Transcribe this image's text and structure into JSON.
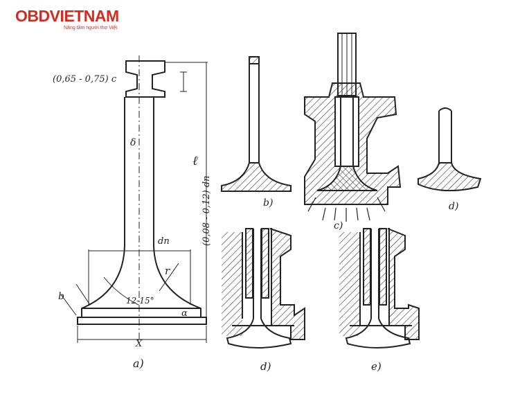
{
  "logo": {
    "name": "OBDVIETNAM",
    "tagline": "Nâng tầm người thợ Việt",
    "brand_color": "#d62a1e"
  },
  "figure": {
    "labels": {
      "a": "a)",
      "b": "b)",
      "c": "c)",
      "d_top": "d)",
      "d_bottom": "d)",
      "e": "e)"
    },
    "dimensions": {
      "collar": "(0,65 - 0,75) c",
      "stem_length": "ℓ",
      "head_ratio": "(0,08 - 0,12) dn",
      "head_diameter": "dn",
      "stem_diameter": "δ",
      "radius": "r",
      "seat_angle": "12-15°",
      "seat_width": "b",
      "face_angle": "α",
      "valve_diameter": "X"
    }
  },
  "colors": {
    "ink": "#222222",
    "background": "#ffffff"
  }
}
